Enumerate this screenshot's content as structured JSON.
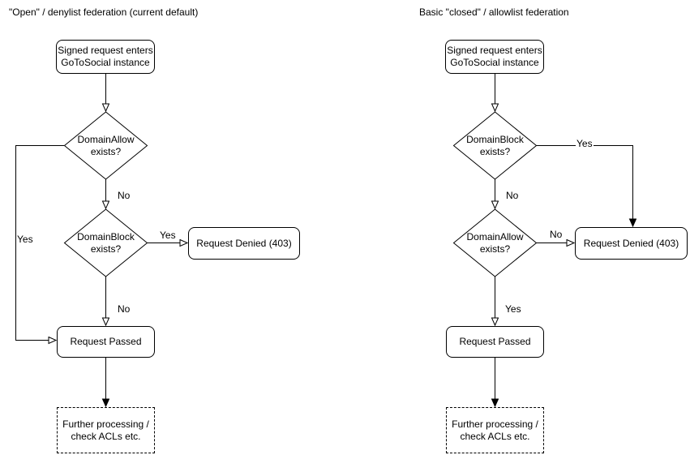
{
  "colors": {
    "background": "#ffffff",
    "stroke": "#000000",
    "text": "#000000"
  },
  "left": {
    "title": "\"Open\" / denylist federation (current default)",
    "start": "Signed request enters\nGoToSocial instance",
    "decision1": "DomainAllow\nexists?",
    "decision2": "DomainBlock\nexists?",
    "denied": "Request Denied (403)",
    "passed": "Request Passed",
    "further": "Further processing /\ncheck ACLs etc.",
    "labels": {
      "d1_yes": "Yes",
      "d1_no": "No",
      "d2_yes": "Yes",
      "d2_no": "No"
    }
  },
  "right": {
    "title": "Basic \"closed\" / allowlist federation",
    "start": "Signed request enters\nGoToSocial instance",
    "decision1": "DomainBlock\nexists?",
    "decision2": "DomainAllow\nexists?",
    "denied": "Request Denied (403)",
    "passed": "Request Passed",
    "further": "Further processing /\ncheck ACLs etc.",
    "labels": {
      "d1_yes": "Yes",
      "d1_no": "No",
      "d2_no": "No",
      "d2_yes": "Yes"
    }
  }
}
